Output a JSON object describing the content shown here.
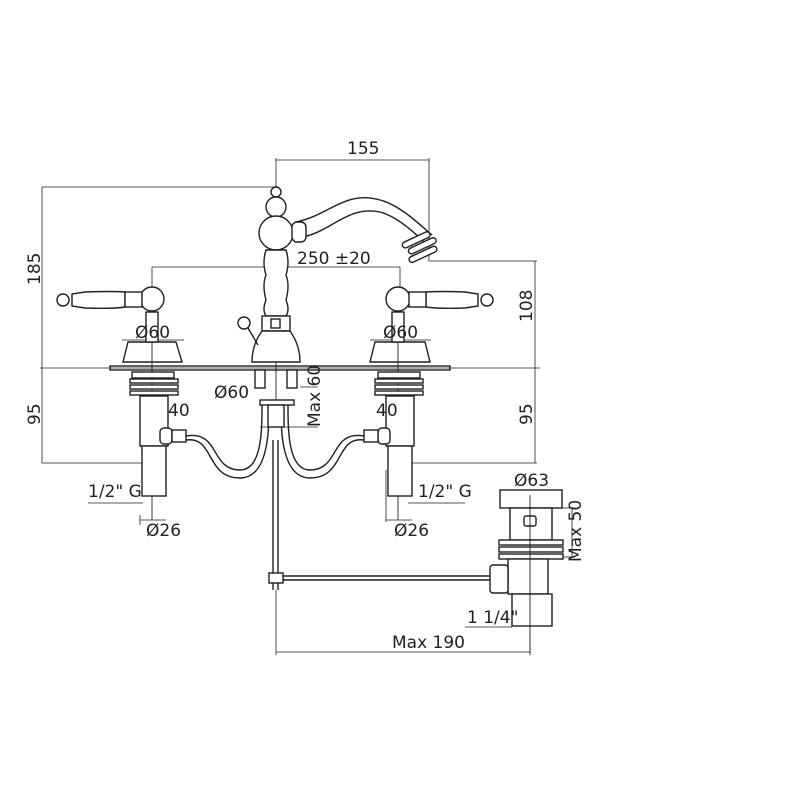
{
  "drawing": {
    "title": "Three-hole bidet mixer technical drawing",
    "units": "mm",
    "dimensions": {
      "spout_reach": "155",
      "total_height": "185",
      "valve_spacing": "250 ±20",
      "spout_outlet_height": "108",
      "left_below_deck": "95",
      "right_below_deck": "95",
      "left_flange_dia": "Ø60",
      "right_flange_dia": "Ø60",
      "center_flange_dia": "Ø60",
      "center_max_thickness": "Max 60",
      "left_40": "40",
      "right_40": "40",
      "left_thread": "1/2\" G",
      "right_thread": "1/2\" G",
      "left_tail_dia": "Ø26",
      "right_tail_dia": "Ø26",
      "waste_dia": "Ø63",
      "waste_max": "Max 50",
      "waste_thread": "1 1/4\"",
      "rod_max": "Max 190"
    },
    "line_color": "#231f20"
  }
}
